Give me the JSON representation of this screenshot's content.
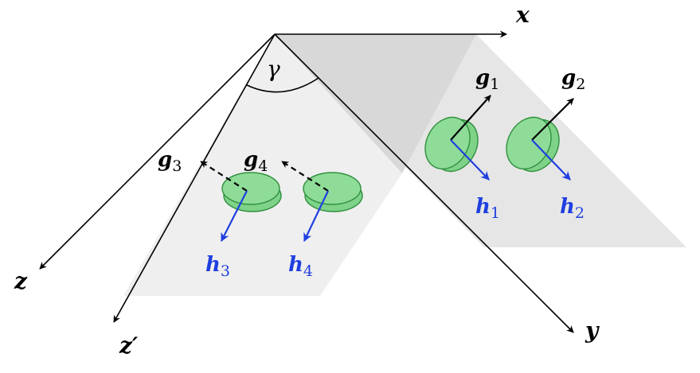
{
  "axes": {
    "x": "x",
    "y": "y",
    "z": "z",
    "z_prime": "z′"
  },
  "angle": "γ",
  "vectors": {
    "g1": {
      "base": "g",
      "sub": "1"
    },
    "g2": {
      "base": "g",
      "sub": "2"
    },
    "g3": {
      "base": "g",
      "sub": "3"
    },
    "g4": {
      "base": "g",
      "sub": "4"
    },
    "h1": {
      "base": "h",
      "sub": "1"
    },
    "h2": {
      "base": "h",
      "sub": "2"
    },
    "h3": {
      "base": "h",
      "sub": "3"
    },
    "h4": {
      "base": "h",
      "sub": "4"
    }
  },
  "colors": {
    "g_vector": "#000000",
    "h_vector": "#1f3fe0",
    "disk_fill": "#7ed389",
    "disk_stroke": "#2f8f3d",
    "plane_light": "#eeeeee",
    "plane_dark": "#dadada"
  }
}
